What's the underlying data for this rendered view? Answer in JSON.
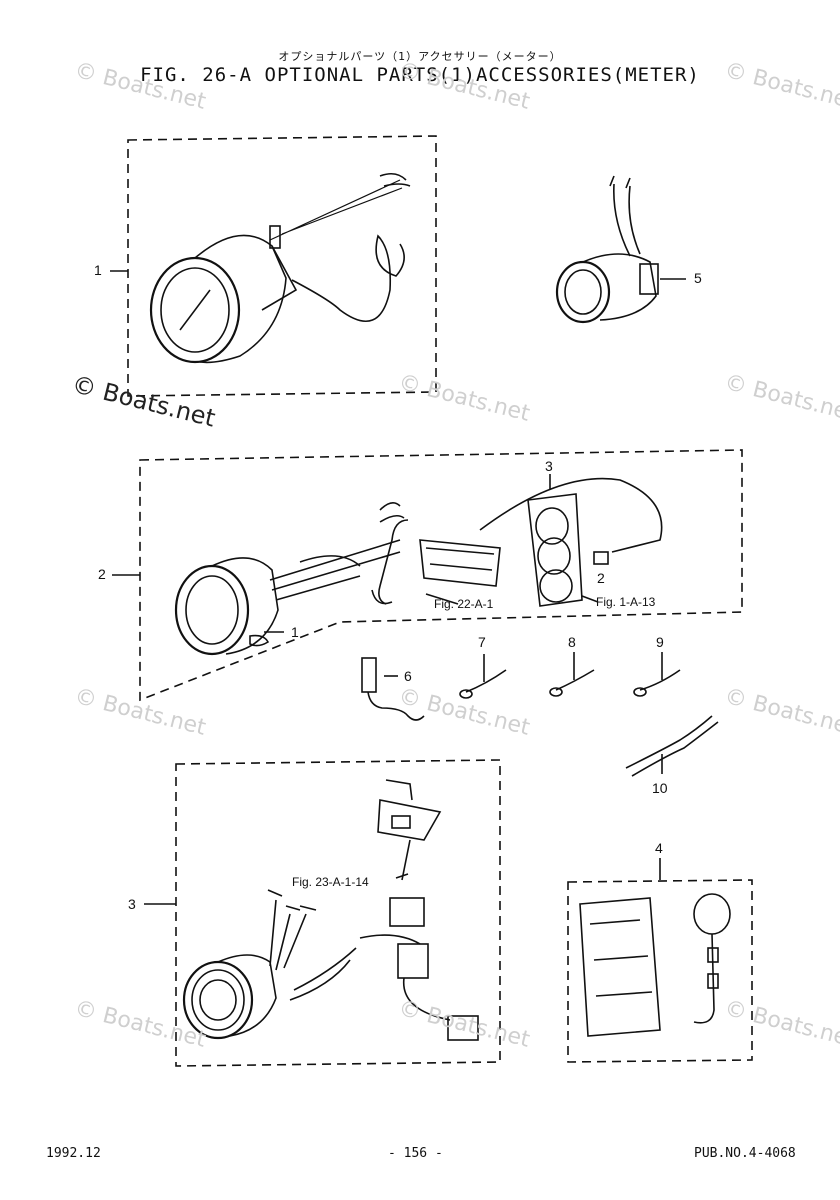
{
  "header": {
    "title_jp": "オプショナルパーツ（1）アクセサリー（メーター）",
    "title_en": "FIG. 26-A OPTIONAL PARTS(1)ACCESSORIES(METER)"
  },
  "watermark": {
    "text": "© Boats.net"
  },
  "callouts": {
    "c1": "1",
    "c2": "2",
    "c3": "3",
    "c5": "5",
    "c6": "6",
    "c7": "7",
    "c8": "8",
    "c9": "9",
    "c10": "10",
    "c4": "4",
    "c2_inner_3": "3",
    "c2_inner_2": "2",
    "c2_inner_1": "1"
  },
  "references": {
    "ref_22": "Fig. 22-A-1",
    "ref_1": "Fig. 1-A-13",
    "ref_23": "Fig. 23-A-1-14"
  },
  "footer": {
    "date": "1992.12",
    "page": "- 156 -",
    "pub_no": "PUB.NO.4-4068"
  },
  "colors": {
    "ink": "#111111",
    "watermark": "#cfcfcf"
  }
}
